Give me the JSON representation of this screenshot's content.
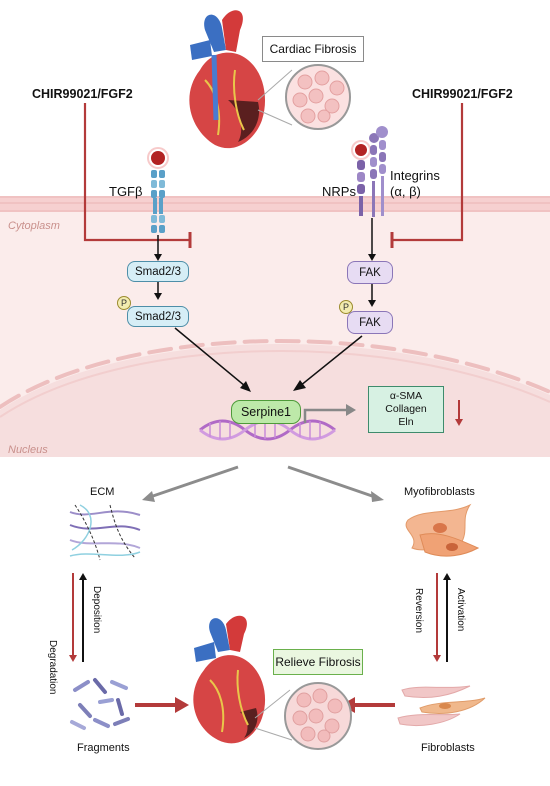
{
  "top": {
    "title_box": "Cardiac Fibrosis",
    "drug_left": "CHIR99021/FGF2",
    "drug_right": "CHIR99021/FGF2"
  },
  "compartments": {
    "cytoplasm": "Cytoplasm",
    "nucleus": "Nucleus"
  },
  "receptors": {
    "tgfb": "TGFβ",
    "nrps": "NRPs",
    "integrins_line1": "Integrins",
    "integrins_line2": "(α, β)"
  },
  "nodes": {
    "smad_top": "Smad2/3",
    "smad_bottom": "Smad2/3",
    "fak_top": "FAK",
    "fak_bottom": "FAK",
    "phospho": "P",
    "serpine": "Serpine1",
    "targets": [
      "α-SMA",
      "Collagen",
      "Eln"
    ]
  },
  "bottom": {
    "ecm": "ECM",
    "myofibroblasts": "Myofibroblasts",
    "fragments": "Fragments",
    "fibroblasts": "Fibroblasts",
    "degradation": "Degradation",
    "deposition": "Deposition",
    "reversion": "Reversion",
    "activation": "Activation",
    "relieve_box": "Relieve Fibrosis"
  },
  "colors": {
    "inhibit_red": "#b33a3a",
    "membrane": "#f6d3d3",
    "node_blue": "#d6eef6",
    "node_purple": "#e7dcf3",
    "serpine_green": "#bde9a9",
    "target_green": "#d7f1e3"
  }
}
